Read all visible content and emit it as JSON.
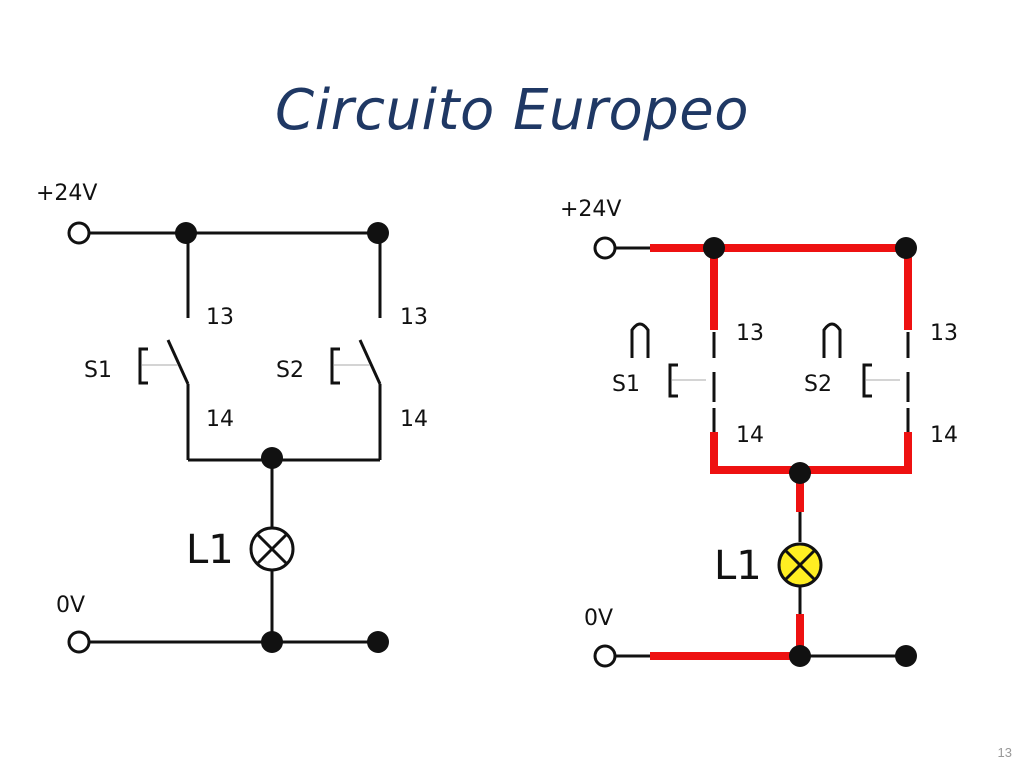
{
  "title": "Circuito Europeo",
  "page_number": "13",
  "left_circuit": {
    "supply_label": "+24V",
    "ground_label": "0V",
    "switch1_label": "S1",
    "switch2_label": "S2",
    "s1_top_terminal": "13",
    "s1_bottom_terminal": "14",
    "s2_top_terminal": "13",
    "s2_bottom_terminal": "14",
    "lamp_label": "L1"
  },
  "right_circuit": {
    "supply_label": "+24V",
    "ground_label": "0V",
    "switch1_label": "S1",
    "switch2_label": "S2",
    "s1_top_terminal": "13",
    "s1_bottom_terminal": "14",
    "s2_top_terminal": "13",
    "s2_bottom_terminal": "14",
    "lamp_label": "L1"
  },
  "colors": {
    "title": "#1f3864",
    "wire": "#111111",
    "energized_wire": "#ee1111",
    "lamp_on": "#ffee22"
  }
}
